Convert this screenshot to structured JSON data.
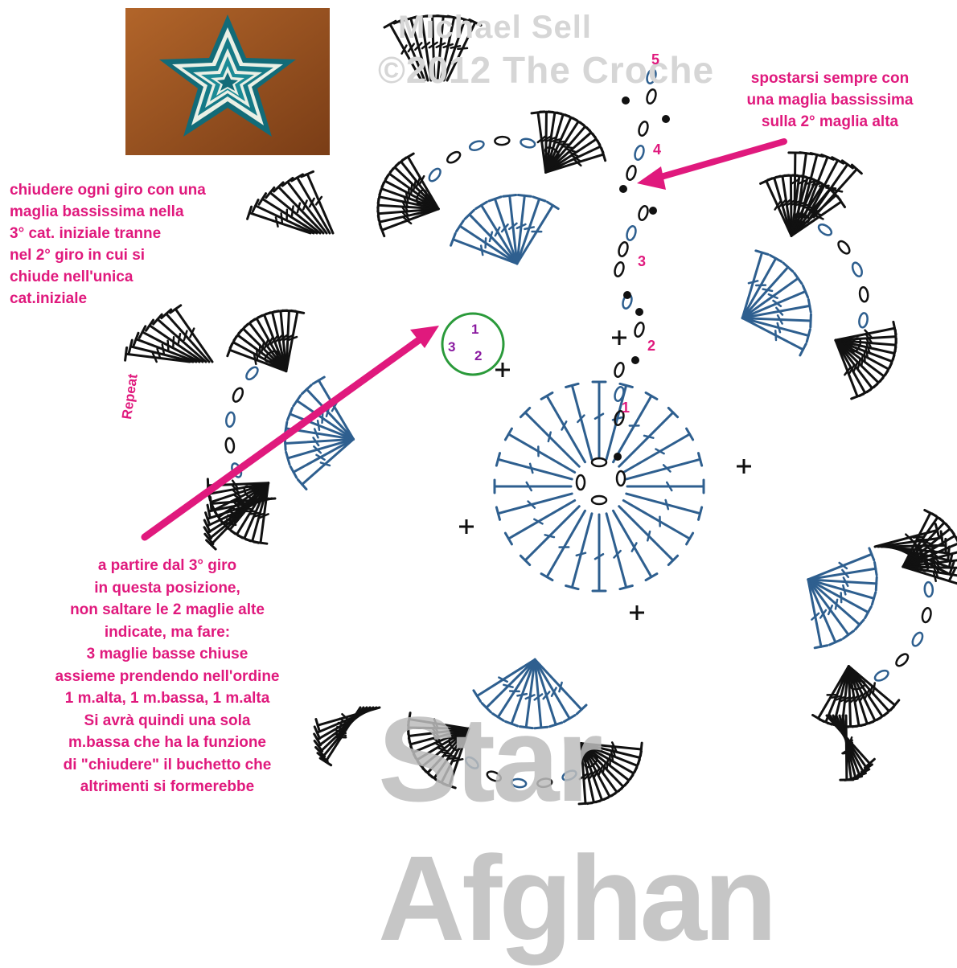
{
  "notes": {
    "left": "chiudere ogni giro con una\nmaglia bassissima nella\n3° cat. iniziale tranne\nnel 2° giro in cui si\nchiude nell'unica\ncat.iniziale",
    "right": "spostarsi sempre con\nuna maglia bassissima\nsulla 2° maglia alta",
    "bottom": "a partire dal 3° giro\nin questa posizione,\nnon saltare le 2 maglie alte\nindicate, ma fare:\n3 maglie basse chiuse\nassieme prendendo nell'ordine\n1 m.alta, 1 m.bassa, 1 m.alta\nSi avrà quindi una sola\nm.bassa che ha la funzione\ndi \"chiudere\" il buchetto che\naltrimenti si formerebbe"
  },
  "repeat_label": "Repeat",
  "round_numbers": [
    "5",
    "4",
    "3",
    "2",
    "1"
  ],
  "circle_numbers": [
    "1",
    "3",
    "2"
  ],
  "watermarks": {
    "top_line1": "Michael Sell",
    "top_line2": "©2012 The Croche",
    "bottom": "Star Afghan"
  },
  "colors": {
    "annotation": "#e0197d",
    "round_number": "#e0197d",
    "odd_rounds": "#2e5f8f",
    "even_rounds": "#111111",
    "circle": "#2a9a3a",
    "circle_numbers": "#8a1aa0",
    "arrow": "#e0197d"
  },
  "icons": {
    "photo": "crochet-star-afghan-photo",
    "stitch_dc": "double-crochet-symbol",
    "stitch_ch": "chain-symbol",
    "stitch_sl": "slip-stitch-dot",
    "stitch_sc": "single-crochet-cross"
  }
}
